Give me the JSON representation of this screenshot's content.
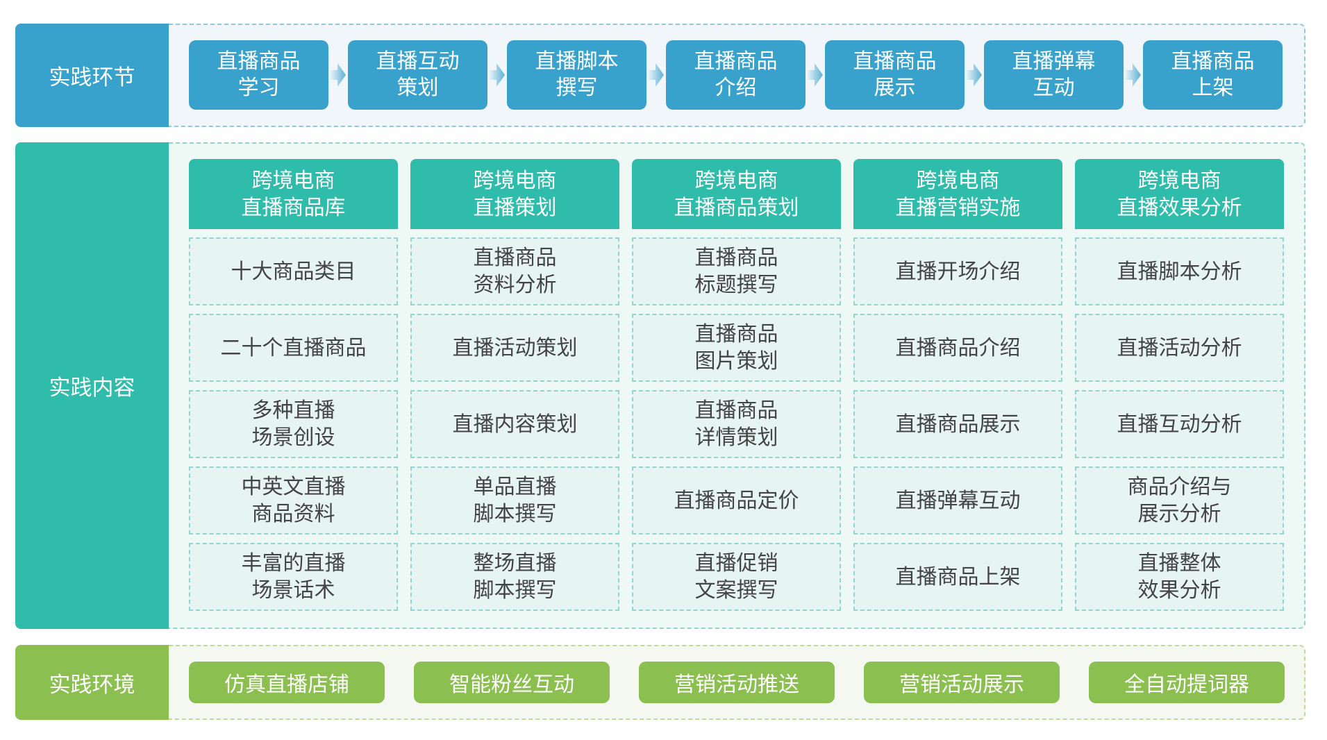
{
  "colors": {
    "stage": "#38a2cc",
    "content": "#2fbcab",
    "environment": "#8bbf50"
  },
  "stage": {
    "label": "实践环节",
    "steps": [
      "直播商品\n学习",
      "直播互动\n策划",
      "直播脚本\n撰写",
      "直播商品\n介绍",
      "直播商品\n展示",
      "直播弹幕\n互动",
      "直播商品\n上架"
    ]
  },
  "content": {
    "label": "实践内容",
    "columns": [
      {
        "title": "跨境电商\n直播商品库",
        "items": [
          "十大商品类目",
          "二十个直播商品",
          "多种直播\n场景创设",
          "中英文直播\n商品资料",
          "丰富的直播\n场景话术"
        ]
      },
      {
        "title": "跨境电商\n直播策划",
        "items": [
          "直播商品\n资料分析",
          "直播活动策划",
          "直播内容策划",
          "单品直播\n脚本撰写",
          "整场直播\n脚本撰写"
        ]
      },
      {
        "title": "跨境电商\n直播商品策划",
        "items": [
          "直播商品\n标题撰写",
          "直播商品\n图片策划",
          "直播商品\n详情策划",
          "直播商品定价",
          "直播促销\n文案撰写"
        ]
      },
      {
        "title": "跨境电商\n直播营销实施",
        "items": [
          "直播开场介绍",
          "直播商品介绍",
          "直播商品展示",
          "直播弹幕互动",
          "直播商品上架"
        ]
      },
      {
        "title": "跨境电商\n直播效果分析",
        "items": [
          "直播脚本分析",
          "直播活动分析",
          "直播互动分析",
          "商品介绍与\n展示分析",
          "直播整体\n效果分析"
        ]
      }
    ]
  },
  "environment": {
    "label": "实践环境",
    "items": [
      "仿真直播店铺",
      "智能粉丝互动",
      "营销活动推送",
      "营销活动展示",
      "全自动提词器"
    ]
  }
}
